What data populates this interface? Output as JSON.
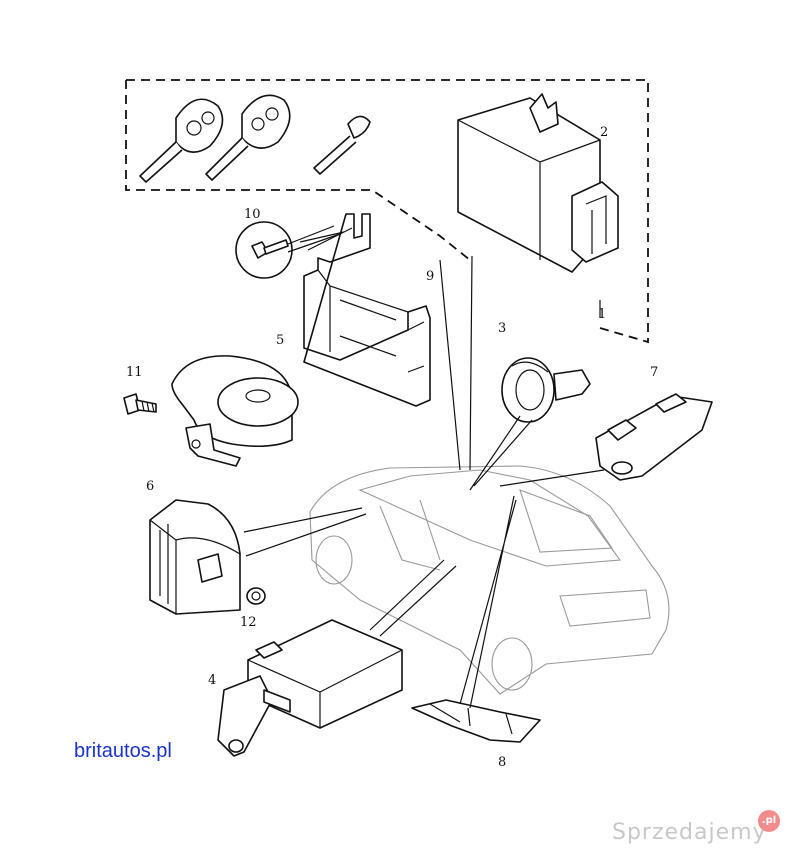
{
  "callouts": {
    "c1": "1",
    "c2": "2",
    "c3": "3",
    "c4": "4",
    "c5": "5",
    "c6": "6",
    "c7": "7",
    "c8": "8",
    "c9": "9",
    "c10": "10",
    "c11": "11",
    "c12": "12"
  },
  "footer": {
    "brand": "britautos.pl",
    "watermark": "Sprzedajemy",
    "watermark_badge": ".pl"
  }
}
